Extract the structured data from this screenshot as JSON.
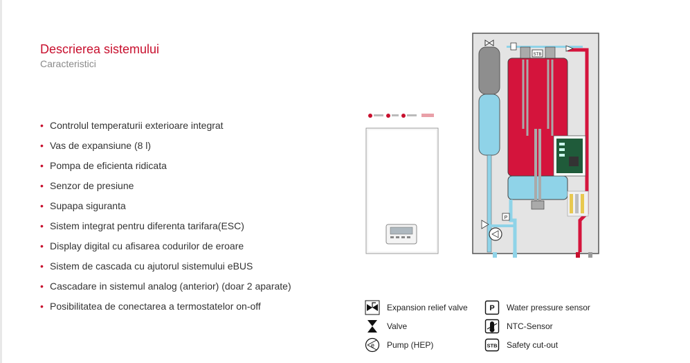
{
  "header": {
    "title": "Descrierea sistemului",
    "subtitle": "Caracteristici"
  },
  "features": [
    "Controlul temperaturii exterioare integrat",
    "Vas de expansiune (8 l)",
    "Pompa de eficienta ridicata",
    "Senzor de presiune",
    "Supapa siguranta",
    "Sistem integrat pentru diferenta tarifara(ESC)",
    "Display digital cu afisarea codurilor de eroare",
    "Sistem de cascada cu ajutorul sistemului eBUS",
    "Cascadare in sistemul analog (anterior) (doar 2 aparate)",
    "Posibilitatea de conectarea a termostatelor on-off"
  ],
  "bullet": "•",
  "diagram": {
    "stb_label": "STB",
    "p_label": "P"
  },
  "legend": {
    "expansion_relief_valve": "Expansion relief valve",
    "valve": "Valve",
    "pump": "Pump (HEP)",
    "water_pressure_sensor": "Water pressure sensor",
    "ntc_sensor": "NTC-Sensor",
    "safety_cutout": "Safety cut-out",
    "stb_icon_text": "STB",
    "pump_icon_text": "e",
    "p_icon_text": "P"
  },
  "colors": {
    "accent_red": "#c8102e",
    "water_blue": "#8fd3e8",
    "tank_grey": "#9a9a9a",
    "pcb_green": "#1f5b3a"
  }
}
